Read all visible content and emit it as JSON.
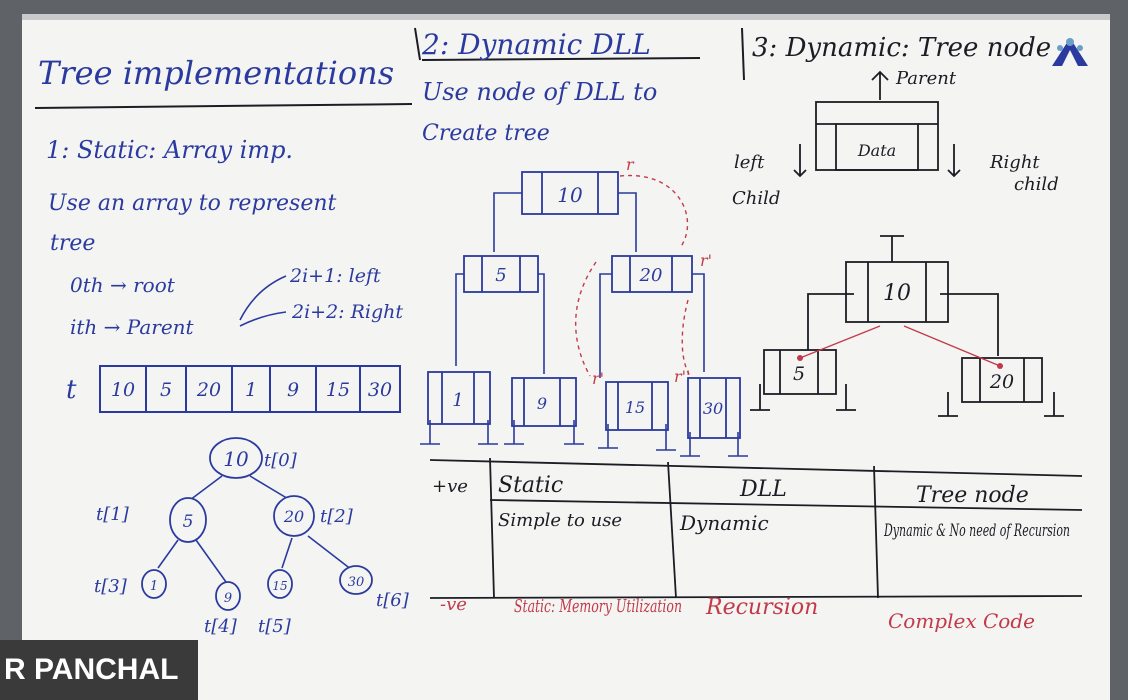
{
  "caption": "R PANCHAL",
  "sections": {
    "s1": {
      "title": "Tree implementations",
      "heading": "1: Static: Array imp.",
      "desc_1": "Use an array to represent",
      "desc_2": "tree",
      "rule_root": "0th → root",
      "rule_parent": "ith → Parent",
      "rule_left": "2i+1: left",
      "rule_right": "2i+2: Right",
      "array_var": "t",
      "array_values": [
        "10",
        "5",
        "20",
        "1",
        "9",
        "15",
        "30"
      ],
      "nodes": [
        "10",
        "5",
        "20",
        "1",
        "9",
        "15",
        "30"
      ],
      "node_labels": [
        "t[0]",
        "t[1]",
        "t[2]",
        "t[3]",
        "t[4]",
        "t[5]",
        "t[6]"
      ]
    },
    "s2": {
      "heading": "2: Dynamic DLL",
      "desc_1": "Use node of DLL to",
      "desc_2": "Create tree",
      "nodes": [
        "10",
        "5",
        "20",
        "1",
        "9",
        "15",
        "30"
      ],
      "red_labels": [
        "r",
        "r'",
        "r'",
        "r''"
      ]
    },
    "s3": {
      "heading": "3: Dynamic: Tree node",
      "parent_label": "Parent",
      "data_label": "Data",
      "left_label_1": "left",
      "left_label_2": "Child",
      "right_label_1": "Right",
      "right_label_2": "child",
      "nodes": [
        "10",
        "5",
        "20"
      ]
    }
  },
  "table": {
    "row_plus_label": "+ve",
    "row_minus_label": "-ve",
    "headers": [
      "Static",
      "DLL",
      "Tree node"
    ],
    "pros": [
      "Simple to use",
      "Dynamic",
      "Dynamic & No need of Recursion"
    ],
    "cons": [
      "Static: Memory Utilization",
      "Recursion",
      "Complex Code"
    ]
  },
  "colors": {
    "ink_blue": "#2b3a9e",
    "ink_black": "#1c1c24",
    "ink_red": "#c23a4a",
    "board": "#f4f5f3"
  }
}
